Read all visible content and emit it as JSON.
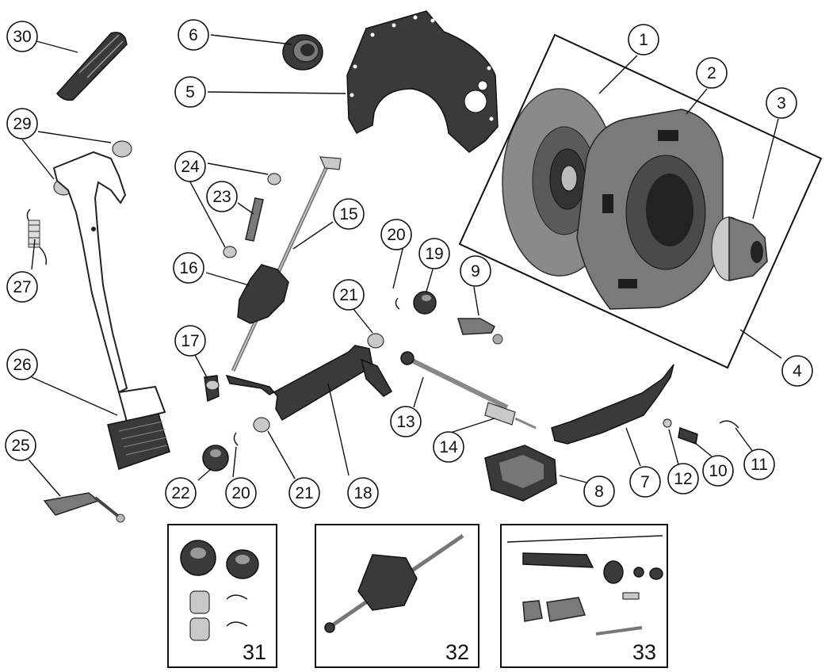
{
  "callouts": [
    {
      "id": "c1",
      "label": "1"
    },
    {
      "id": "c2",
      "label": "2"
    },
    {
      "id": "c3",
      "label": "3"
    },
    {
      "id": "c4",
      "label": "4"
    },
    {
      "id": "c5",
      "label": "5"
    },
    {
      "id": "c6",
      "label": "6"
    },
    {
      "id": "c7",
      "label": "7"
    },
    {
      "id": "c8",
      "label": "8"
    },
    {
      "id": "c9",
      "label": "9"
    },
    {
      "id": "c10",
      "label": "10"
    },
    {
      "id": "c11",
      "label": "11"
    },
    {
      "id": "c12",
      "label": "12"
    },
    {
      "id": "c13",
      "label": "13"
    },
    {
      "id": "c14",
      "label": "14"
    },
    {
      "id": "c15",
      "label": "15"
    },
    {
      "id": "c16",
      "label": "16"
    },
    {
      "id": "c17",
      "label": "17"
    },
    {
      "id": "c18",
      "label": "18"
    },
    {
      "id": "c19",
      "label": "19"
    },
    {
      "id": "c20a",
      "label": "20"
    },
    {
      "id": "c20b",
      "label": "20"
    },
    {
      "id": "c21a",
      "label": "21"
    },
    {
      "id": "c21b",
      "label": "21"
    },
    {
      "id": "c22",
      "label": "22"
    },
    {
      "id": "c23",
      "label": "23"
    },
    {
      "id": "c24",
      "label": "24"
    },
    {
      "id": "c25",
      "label": "25"
    },
    {
      "id": "c26",
      "label": "26"
    },
    {
      "id": "c27",
      "label": "27"
    },
    {
      "id": "c29",
      "label": "29"
    },
    {
      "id": "c30",
      "label": "30"
    }
  ],
  "kits": [
    {
      "id": "k31",
      "label": "31"
    },
    {
      "id": "k32",
      "label": "32"
    },
    {
      "id": "k33",
      "label": "33"
    }
  ]
}
